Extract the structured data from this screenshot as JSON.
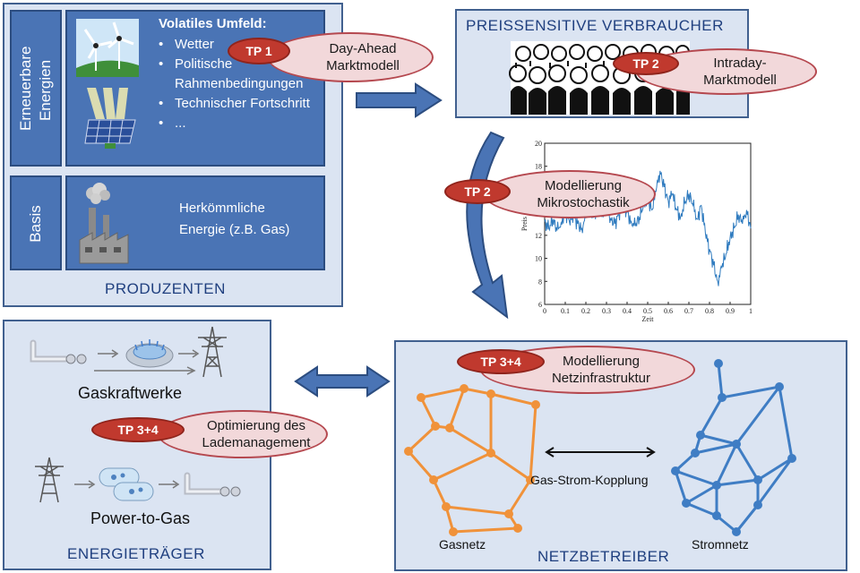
{
  "produzenten": {
    "title": "PRODUZENTEN",
    "erneuerbare_label": "Erneuerbare Energien",
    "basis_label": "Basis",
    "volatile_heading": "Volatiles Umfeld:",
    "volatile_items": [
      "Wetter",
      "Politische Rahmenbedingungen",
      "Technischer Fortschritt",
      "..."
    ],
    "herkoemmlich_line1": "Herkömmliche",
    "herkoemmlich_line2": "Energie (z.B. Gas)"
  },
  "verbraucher": {
    "title": "PREISSENSITIVE VERBRAUCHER"
  },
  "energietraeger": {
    "title": "ENERGIETRÄGER",
    "gaskraftwerke": "Gaskraftwerke",
    "power_to_gas": "Power-to-Gas"
  },
  "netzbetreiber": {
    "title": "NETZBETREIBER",
    "gasnetz": "Gasnetz",
    "stromnetz": "Stromnetz",
    "kopplung": "Gas-Strom-Kopplung"
  },
  "ovals": {
    "tp1": {
      "badge": "TP 1",
      "line1": "Day-Ahead",
      "line2": "Marktmodell"
    },
    "tp2_intraday": {
      "badge": "TP 2",
      "line1": "Intraday-",
      "line2": "Marktmodell"
    },
    "tp2_mikro": {
      "badge": "TP 2",
      "line1": "Modellierung",
      "line2": "Mikrostochastik"
    },
    "tp34_lade": {
      "badge": "TP 3+4",
      "line1": "Optimierung des",
      "line2": "Lademanagement"
    },
    "tp34_netz": {
      "badge": "TP 3+4",
      "line1": "Modellierung",
      "line2": "Netzinfrastruktur"
    }
  },
  "chart_data": {
    "type": "line",
    "xlabel": "Zeit",
    "ylabel": "Preis",
    "xlim": [
      0,
      1
    ],
    "ylim": [
      6,
      20
    ],
    "xticks": [
      "0",
      "0.1",
      "0.2",
      "0.3",
      "0.4",
      "0.5",
      "0.6",
      "0.7",
      "0.8",
      "0.9",
      "1"
    ],
    "yticks": [
      "6",
      "8",
      "10",
      "12",
      "14",
      "16",
      "18",
      "20"
    ],
    "series": [
      {
        "x": [
          0,
          0.02,
          0.04,
          0.06,
          0.08,
          0.1,
          0.12,
          0.14,
          0.16,
          0.18,
          0.2,
          0.22,
          0.24,
          0.26,
          0.28,
          0.3,
          0.32,
          0.34,
          0.36,
          0.38,
          0.4,
          0.42,
          0.44,
          0.46,
          0.48,
          0.5,
          0.52,
          0.54,
          0.56,
          0.58,
          0.6,
          0.62,
          0.64,
          0.66,
          0.68,
          0.7,
          0.72,
          0.74,
          0.76,
          0.78,
          0.8,
          0.82,
          0.84,
          0.86,
          0.88,
          0.9,
          0.92,
          0.94,
          0.96,
          0.98,
          1.0
        ],
        "y": [
          13.2,
          12.6,
          13.4,
          12.4,
          13.1,
          14.0,
          13.2,
          13.8,
          13.0,
          12.6,
          13.5,
          14.2,
          13.6,
          14.6,
          13.8,
          14.4,
          13.5,
          13.0,
          13.8,
          14.8,
          14.0,
          13.2,
          12.8,
          13.6,
          14.6,
          15.2,
          14.2,
          15.8,
          17.6,
          16.2,
          15.0,
          15.6,
          14.2,
          13.6,
          14.8,
          15.6,
          14.6,
          13.4,
          14.6,
          12.2,
          10.8,
          9.4,
          8.0,
          9.2,
          10.4,
          11.8,
          12.6,
          13.8,
          13.0,
          14.2,
          12.6
        ]
      }
    ]
  }
}
